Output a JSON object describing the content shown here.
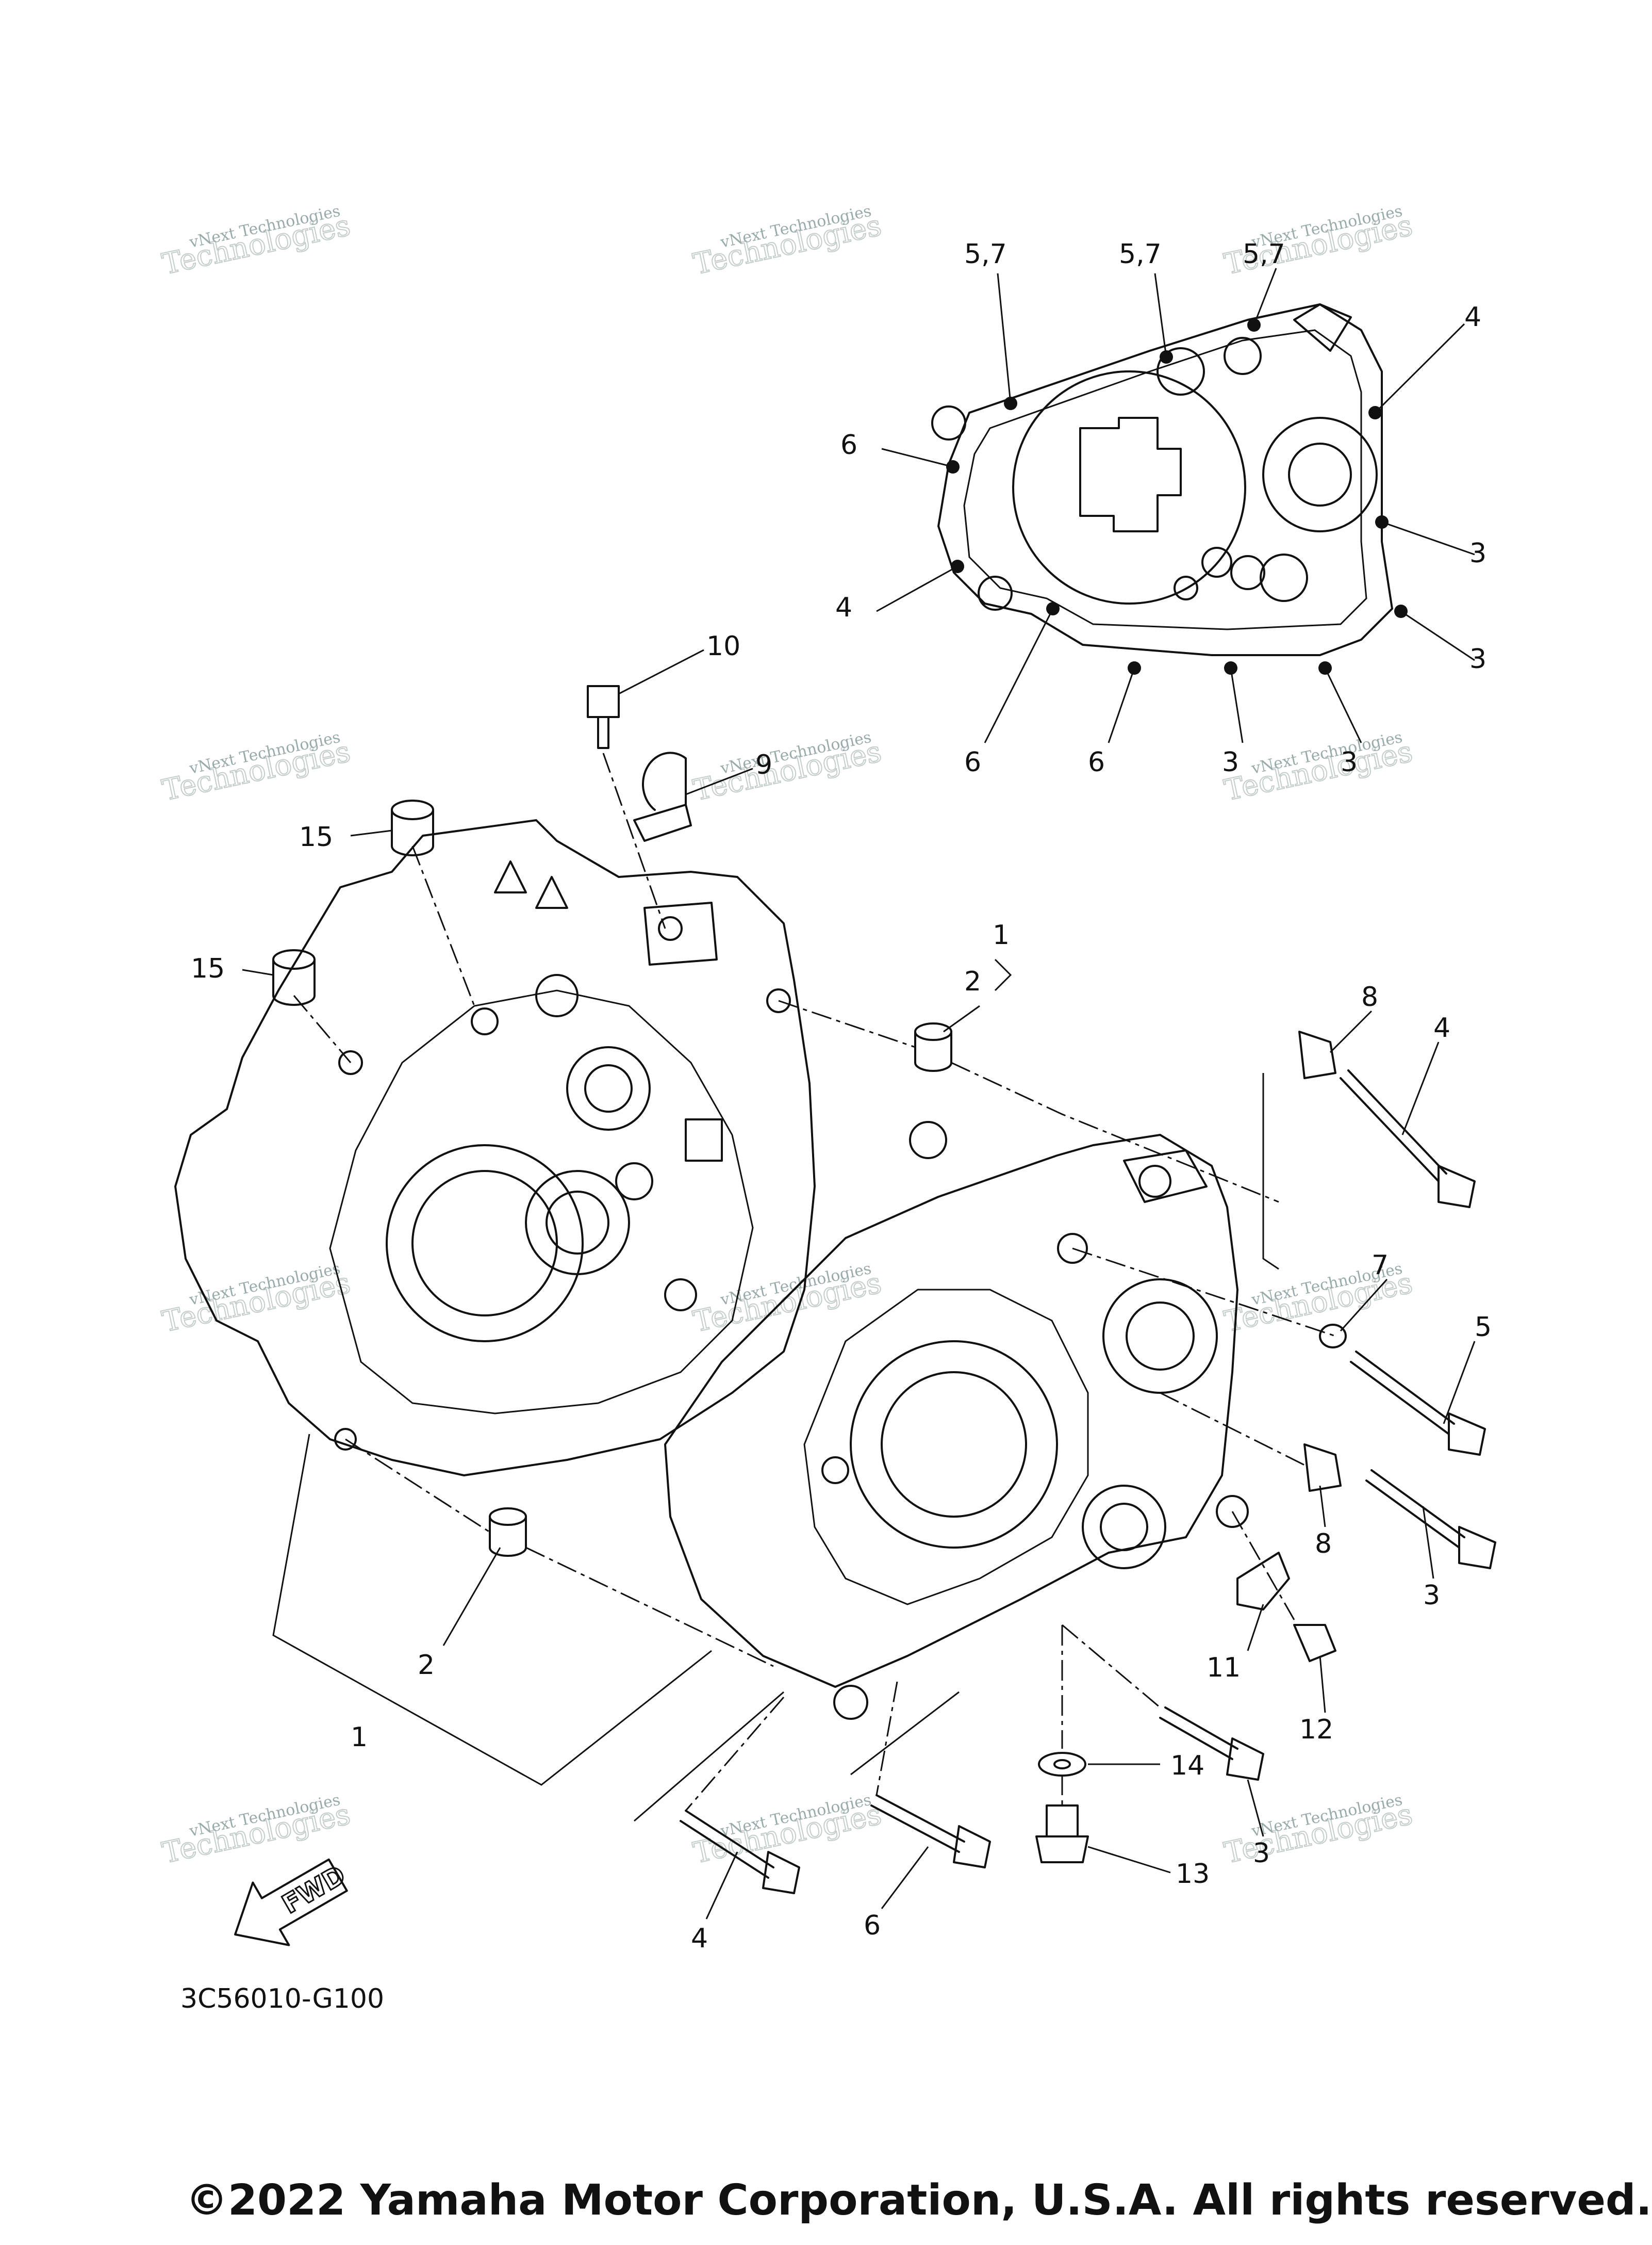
{
  "diagram": {
    "code": "3C56010-G100",
    "copyright": "©2022 Yamaha Motor Corporation, U.S.A. All rights reserved.",
    "fwd_label": "FWD",
    "watermark": {
      "line1": "vNext Technologies",
      "line2": "vNext Technologies"
    },
    "callouts": [
      {
        "id": "c-57a",
        "text": "5,7"
      },
      {
        "id": "c-57b",
        "text": "5,7"
      },
      {
        "id": "c-57c",
        "text": "5,7"
      },
      {
        "id": "c-4a",
        "text": "4"
      },
      {
        "id": "c-6a",
        "text": "6"
      },
      {
        "id": "c-3a",
        "text": "3"
      },
      {
        "id": "c-4b",
        "text": "4"
      },
      {
        "id": "c-3b",
        "text": "3"
      },
      {
        "id": "c-6b",
        "text": "6"
      },
      {
        "id": "c-6c",
        "text": "6"
      },
      {
        "id": "c-3c",
        "text": "3"
      },
      {
        "id": "c-3d",
        "text": "3"
      },
      {
        "id": "c-10",
        "text": "10"
      },
      {
        "id": "c-9",
        "text": "9"
      },
      {
        "id": "c-15a",
        "text": "15"
      },
      {
        "id": "c-15b",
        "text": "15"
      },
      {
        "id": "c-1a",
        "text": "1"
      },
      {
        "id": "c-2a",
        "text": "2"
      },
      {
        "id": "c-8a",
        "text": "8"
      },
      {
        "id": "c-4c",
        "text": "4"
      },
      {
        "id": "c-7",
        "text": "7"
      },
      {
        "id": "c-5",
        "text": "5"
      },
      {
        "id": "c-8b",
        "text": "8"
      },
      {
        "id": "c-3e",
        "text": "3"
      },
      {
        "id": "c-11",
        "text": "11"
      },
      {
        "id": "c-12",
        "text": "12"
      },
      {
        "id": "c-14",
        "text": "14"
      },
      {
        "id": "c-2b",
        "text": "2"
      },
      {
        "id": "c-1b",
        "text": "1"
      },
      {
        "id": "c-13",
        "text": "13"
      },
      {
        "id": "c-3f",
        "text": "3"
      },
      {
        "id": "c-4d",
        "text": "4"
      },
      {
        "id": "c-6d",
        "text": "6"
      }
    ]
  }
}
